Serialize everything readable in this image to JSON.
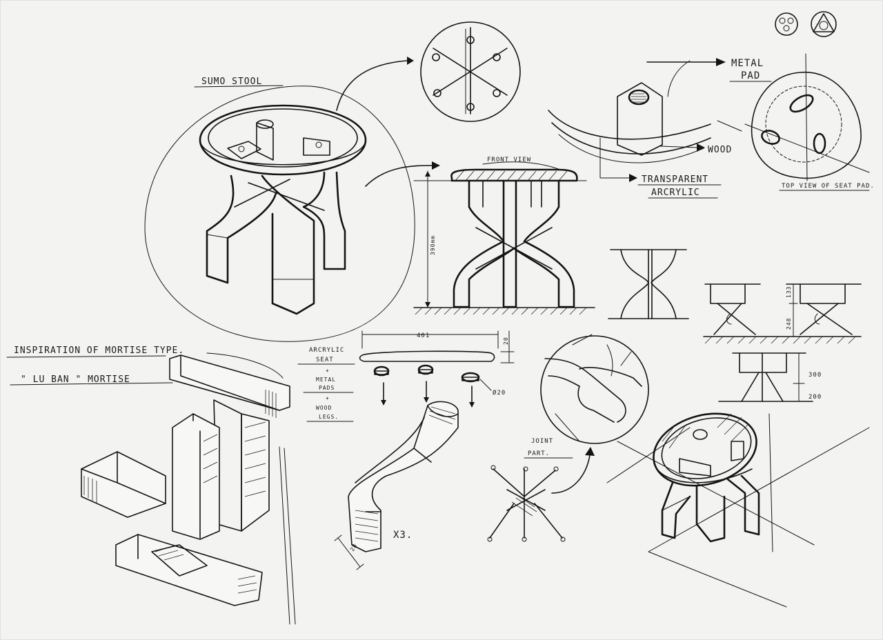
{
  "title": "SUMO STOOL",
  "labels": {
    "front_view": "FRONT VIEW",
    "metal_pad": [
      "METAL",
      "PAD"
    ],
    "wood": "WOOD",
    "transparent_acrylic": [
      "TRANSPARENT",
      "ARCRYLIC"
    ],
    "top_view_seat_pad": "TOP VIEW OF SEAT PAD.",
    "inspiration": "INSPIRATION OF MORTISE TYPE.",
    "lu_ban": "\" LU BAN \" MORTISE",
    "materials": [
      "ARCRYLIC",
      "SEAT",
      "+",
      "METAL",
      "PADS",
      "+",
      "WOOD",
      "LEGS."
    ],
    "joint_part": [
      "JOINT",
      "PART."
    ],
    "times_three": "X3.",
    "diameter": "Ø20"
  },
  "dimensions": {
    "height": "390mm",
    "seat_width": "401",
    "seat_thickness": "20",
    "leg_width": "28",
    "upper_section": "133",
    "lower_section": "248",
    "upper_right": "300",
    "lower_right": "200"
  },
  "colors": {
    "paper": "#f3f3f1",
    "ink": "#141414"
  }
}
